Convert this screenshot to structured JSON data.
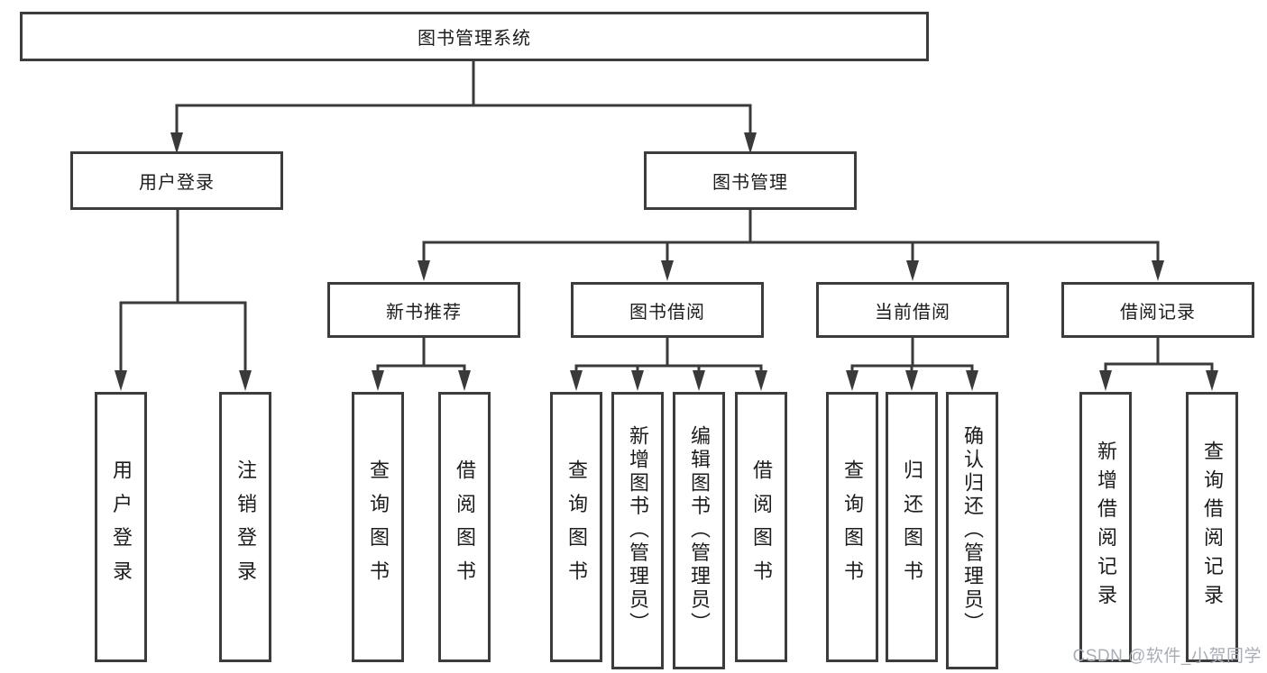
{
  "colors": {
    "line": "#3a3a3a",
    "border": "#3c3c3c",
    "text": "#1c1c1c",
    "watermark": "#a8aeb8",
    "bg": "#ffffff"
  },
  "tree": {
    "label": "图书管理系统",
    "children": [
      {
        "label": "用户登录",
        "children": [
          {
            "label": "用户登录"
          },
          {
            "label": "注销登录"
          }
        ]
      },
      {
        "label": "图书管理",
        "children": [
          {
            "label": "新书推荐",
            "children": [
              {
                "label": "查询图书"
              },
              {
                "label": "借阅图书"
              }
            ]
          },
          {
            "label": "图书借阅",
            "children": [
              {
                "label": "查询图书"
              },
              {
                "label": "新增图书（管理员）"
              },
              {
                "label": "编辑图书（管理员）"
              },
              {
                "label": "借阅图书"
              }
            ]
          },
          {
            "label": "当前借阅",
            "children": [
              {
                "label": "查询图书"
              },
              {
                "label": "归还图书"
              },
              {
                "label": "确认归还（管理员）"
              }
            ]
          },
          {
            "label": "借阅记录",
            "children": [
              {
                "label": "新增借阅记录"
              },
              {
                "label": "查询借阅记录"
              }
            ]
          }
        ]
      }
    ]
  },
  "watermark": {
    "text": "CSDN @软件_小贺同学"
  }
}
